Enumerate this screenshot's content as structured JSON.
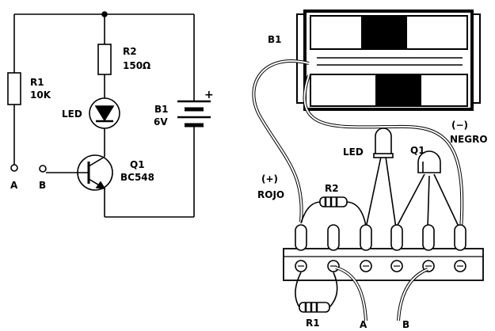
{
  "schematic": {
    "r1_name": "R1",
    "r1_value": "10K",
    "r2_name": "R2",
    "r2_value": "150Ω",
    "led_label": "LED",
    "battery_name": "B1",
    "battery_value": "6V",
    "battery_plus": "+",
    "transistor_name": "Q1",
    "transistor_part": "BC548",
    "terminal_a": "A",
    "terminal_b": "B"
  },
  "assembly": {
    "battery_label": "B1",
    "led_label": "LED",
    "transistor_label": "Q1",
    "neg_sign": "(−)",
    "neg_color": "NEGRO",
    "pos_sign": "(+)",
    "pos_color": "ROJO",
    "r2_label": "R2",
    "r1_label": "R1",
    "wire_a": "A",
    "wire_b": "B"
  }
}
